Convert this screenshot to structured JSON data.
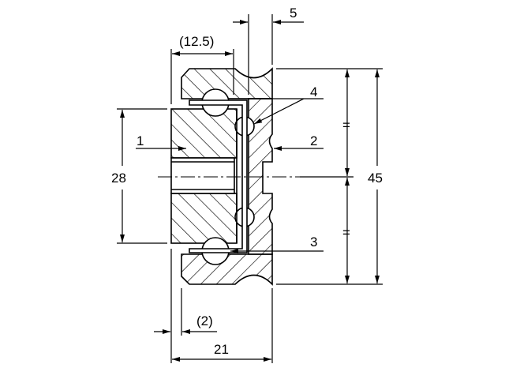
{
  "dimensions": {
    "top_width": "5",
    "ring_width": "(12.5)",
    "inner_height": "28",
    "outer_height": "45",
    "offset": "(2)",
    "total_width": "21",
    "equal_top": "=",
    "equal_bottom": "="
  },
  "callouts": {
    "part1": "1",
    "part2": "2",
    "part3": "3",
    "part4": "4"
  }
}
